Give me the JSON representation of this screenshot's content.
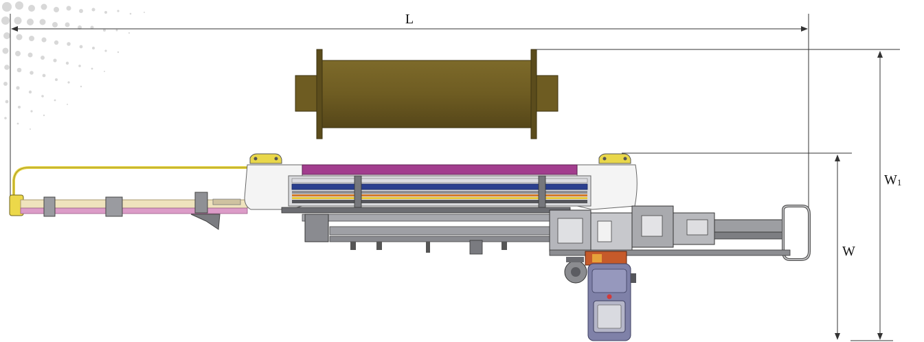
{
  "diagram": {
    "labels": {
      "length": "L",
      "width": "W",
      "width_total_main": "W",
      "width_total_sub": "1"
    },
    "colors": {
      "spool": "#6e5c22",
      "spool_dark": "#4f4217",
      "purple_bar": "#a23d8e",
      "blue_bar": "#2a3f8f",
      "yellow": "#ecd84a",
      "cream": "#efe3bd",
      "pink_rail": "#d98cc0",
      "steel": "#9a9ba0",
      "steel_dark": "#5b5c61",
      "casing": "#f4f4f4",
      "pendant": "#7f81a8",
      "dimension_line": "#333333"
    }
  }
}
